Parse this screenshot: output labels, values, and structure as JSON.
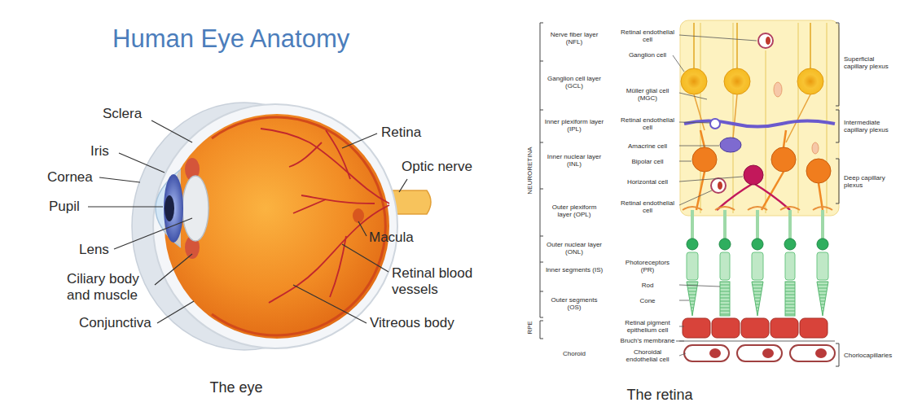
{
  "diagram": {
    "title": "Human Eye Anatomy",
    "labels": [
      "Sclera",
      "Iris",
      "Cornea",
      "Pupil",
      "Lens",
      "Ciliary body and muscle",
      "Conjunctiva",
      "Retina",
      "Optic nerve",
      "Macula",
      "Retinal blood vessels",
      "Vitreous body",
      "The eye",
      "Nerve fiber layer (NFL)",
      "Ganglion cell layer (GCL)",
      "Inner plexiform layer (IPL)",
      "Inner nuclear layer (INL)",
      "Outer plexiform layer (OPL)",
      "Outer nuclear layer (ONL)",
      "Inner segments (IS)",
      "Outer segments (OS)",
      "NEURORETINA",
      "RPE",
      "Choroid",
      "Retinal endothelial cell",
      "Ganglion cell",
      "Müller glial cell (MGC)",
      "Retinal endothelial cell",
      "Amacrine cell",
      "Bipolar cell",
      "Horizontal cell",
      "Retinal endothelial cell",
      "Photoreceptors (PR)",
      "Rod",
      "Cone",
      "Retinal pigment epithelium cell",
      "Bruch's membrane",
      "Choroidal endothelial cell",
      "Superficial capillary plexus",
      "Intermediate capillary plexus",
      "Deep capillary plexus",
      "Choriocapillaries",
      "The retina"
    ]
  }
}
